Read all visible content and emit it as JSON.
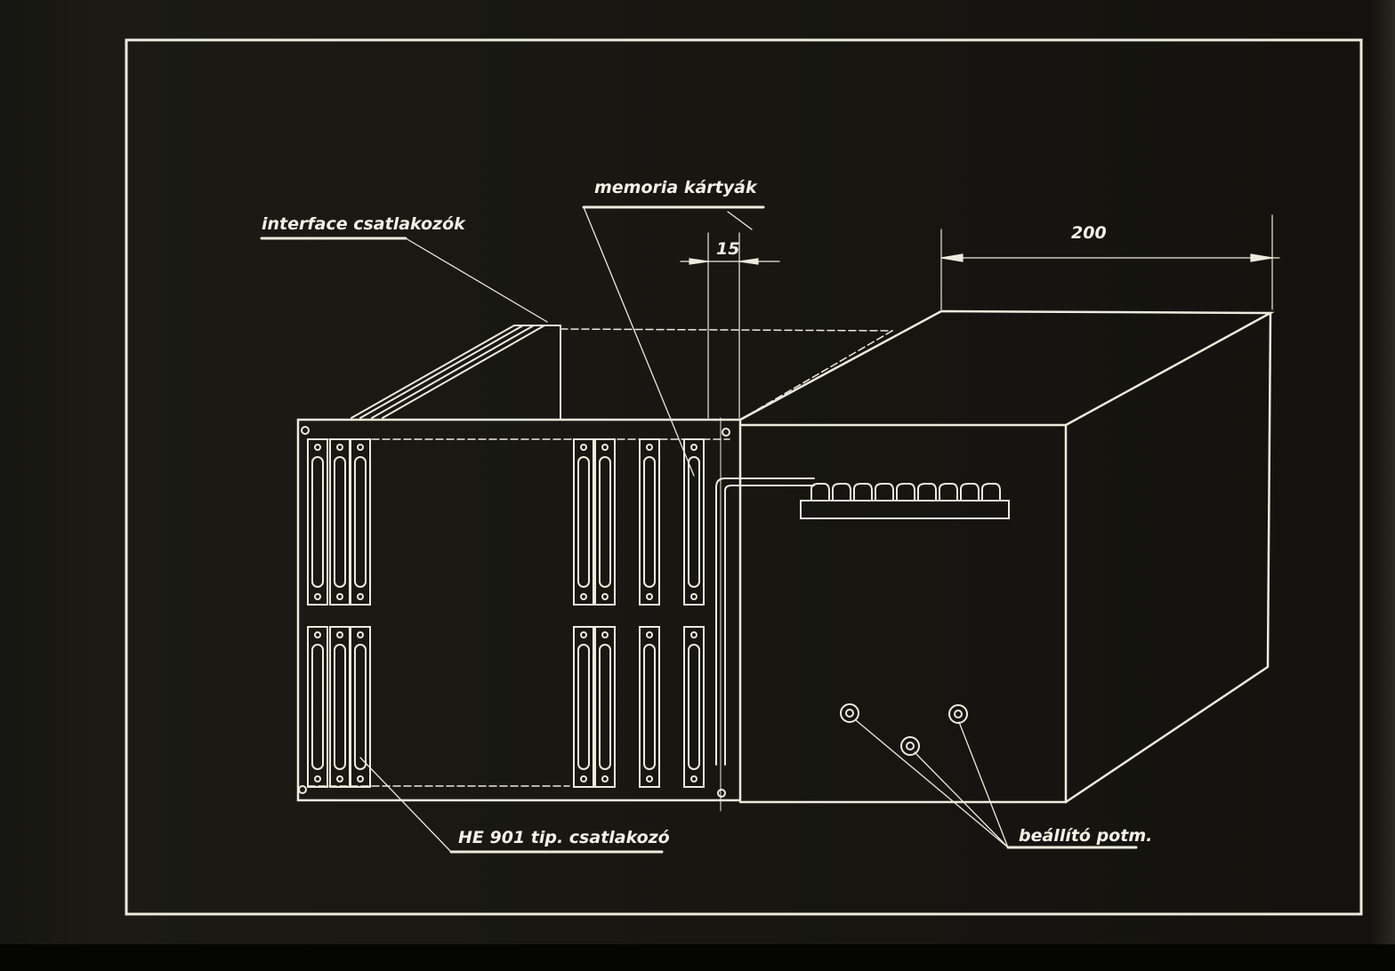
{
  "labels": {
    "interface": "interface csatlakozók",
    "memory_cards": "memoria kártyák",
    "dim_15": "15",
    "dim_200": "200",
    "connector_type": "HE 901  tip. csatlakozó",
    "adjust_pot": "beállító potm."
  },
  "colors": {
    "line": "#eeeadc",
    "background": "#14130e"
  }
}
